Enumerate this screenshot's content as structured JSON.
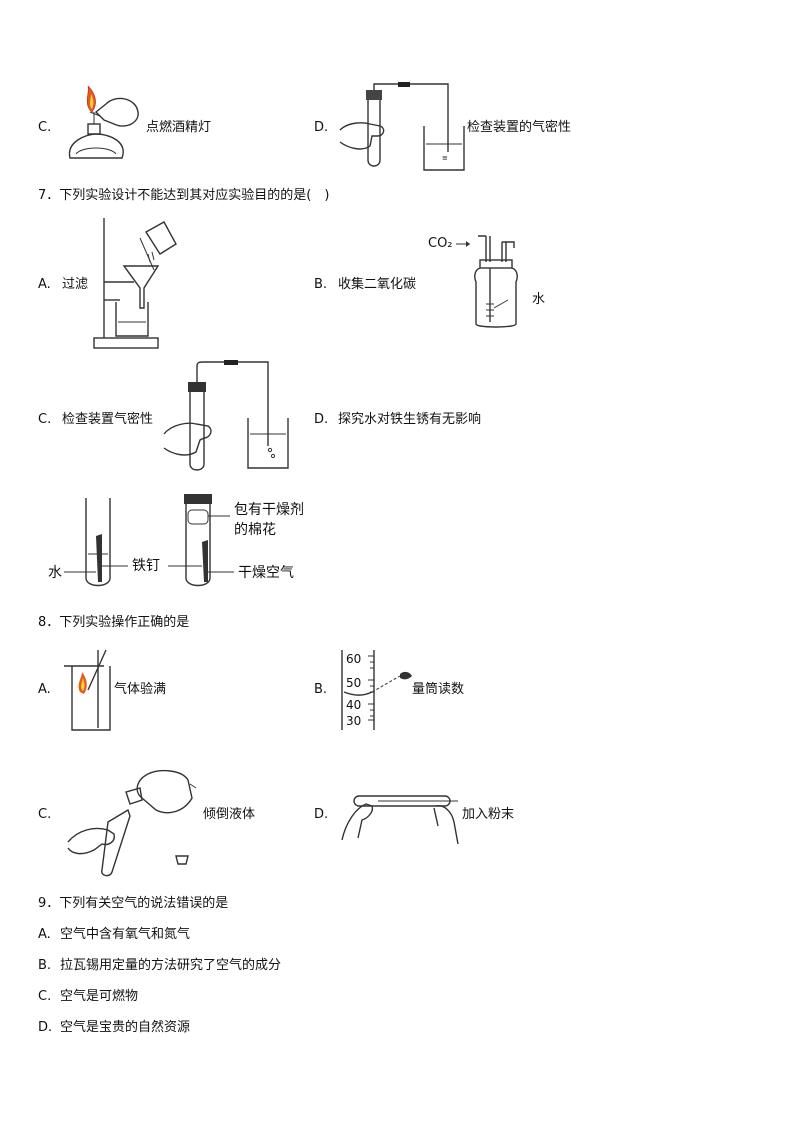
{
  "q6": {
    "opt_c": {
      "letter": "C.",
      "label": "点燃酒精灯"
    },
    "opt_d": {
      "letter": "D.",
      "label": "检查装置的气密性"
    }
  },
  "q7": {
    "stem": "7．下列实验设计不能达到其对应实验目的的是(　)",
    "opt_a": {
      "letter": "A.",
      "label": "过滤"
    },
    "opt_b": {
      "letter": "B.",
      "label": "收集二氧化碳",
      "co2_label": "CO₂",
      "water_label": "水"
    },
    "opt_c": {
      "letter": "C.",
      "label": "检查装置气密性"
    },
    "opt_d": {
      "letter": "D.",
      "label": "探究水对铁生锈有无影响",
      "fig_labels": {
        "water": "水",
        "nail": "铁钉",
        "desiccant_1": "包有干燥剂",
        "desiccant_2": "的棉花",
        "dry_air": "干燥空气"
      }
    }
  },
  "q8": {
    "stem": "8．下列实验操作正确的是",
    "opt_a": {
      "letter": "A.",
      "label": "气体验满"
    },
    "opt_b": {
      "letter": "B.",
      "label": "量筒读数",
      "scale": [
        "60",
        "50",
        "40",
        "30"
      ]
    },
    "opt_c": {
      "letter": "C.",
      "label": "倾倒液体"
    },
    "opt_d": {
      "letter": "D.",
      "label": "加入粉末"
    }
  },
  "q9": {
    "stem": "9．下列有关空气的说法错误的是",
    "options": [
      {
        "letter": "A.",
        "text": "空气中含有氧气和氮气"
      },
      {
        "letter": "B.",
        "text": "拉瓦锡用定量的方法研究了空气的成分"
      },
      {
        "letter": "C.",
        "text": "空气是可燃物"
      },
      {
        "letter": "D.",
        "text": "空气是宝贵的自然资源"
      }
    ]
  }
}
